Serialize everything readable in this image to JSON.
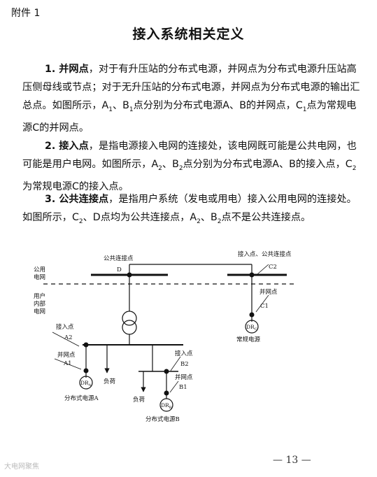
{
  "header": {
    "attachment": "附件 1",
    "title": "接入系统相关定义"
  },
  "paragraphs": {
    "p1": {
      "term": "1. 并网点",
      "t1": "，对于有升压站的分布式电源，并网点为分布式电源升压站高压侧母线或节点；对于无升压站的分布式电源，并网点为分布式电源的输出汇总点。如图所示，A",
      "s1": "1",
      "t2": "、B",
      "s2": "1",
      "t3": "点分别为分布式电源A、B的并网点，C",
      "s3": "1",
      "t4": "点为常规电源C的并网点。"
    },
    "p2": {
      "term": "2. 接入点",
      "t1": "，是指电源接入电网的连接处，该电网既可能是公共电网，也可能是用户电网。如图所示，A",
      "s1": "2",
      "t2": "、B",
      "s2": "2",
      "t3": "点分别为分布式电源A、B的接入点，C",
      "s3": "2",
      "t4": "为常规电源C的接入点。"
    },
    "p3": {
      "term": "3. 公共连接点",
      "t1": "，是指用户系统（发电或用电）接入公用电网的连接处。如图所示，C",
      "s1": "2",
      "t2": "、D点均为公共连接点，A",
      "s2": "2",
      "t3": "、B",
      "s3": "2",
      "t4": "点不是公共连接点。"
    }
  },
  "diagram": {
    "public_grid": [
      "公用",
      "电网"
    ],
    "user_grid": [
      "用户",
      "内部",
      "电网"
    ],
    "pcc_label": "公共连接点",
    "node_d": "D",
    "access_pcc_label": "接入点、公共连接点",
    "node_c2": "C2",
    "grid_point_label": "并网点",
    "node_c1": "C1",
    "dr_c": "DR",
    "dr_c_sub": "C",
    "conventional_source": "常规电源",
    "access_point_a": "接入点",
    "node_a2": "A2",
    "grid_point_a": "并网点",
    "node_a1": "A1",
    "dr_a": "DR",
    "dr_a_sub": "A",
    "distributed_a": "分布式电源A",
    "load_1": "负荷",
    "load_2": "负荷",
    "access_point_b": "接入点",
    "node_b2": "B2",
    "grid_point_b": "并网点",
    "node_b1": "B1",
    "dr_b": "DR",
    "dr_b_sub": "B",
    "distributed_b": "分布式电源B"
  },
  "footer": {
    "page": "— 13 —",
    "watermark": "大电网聚焦"
  }
}
